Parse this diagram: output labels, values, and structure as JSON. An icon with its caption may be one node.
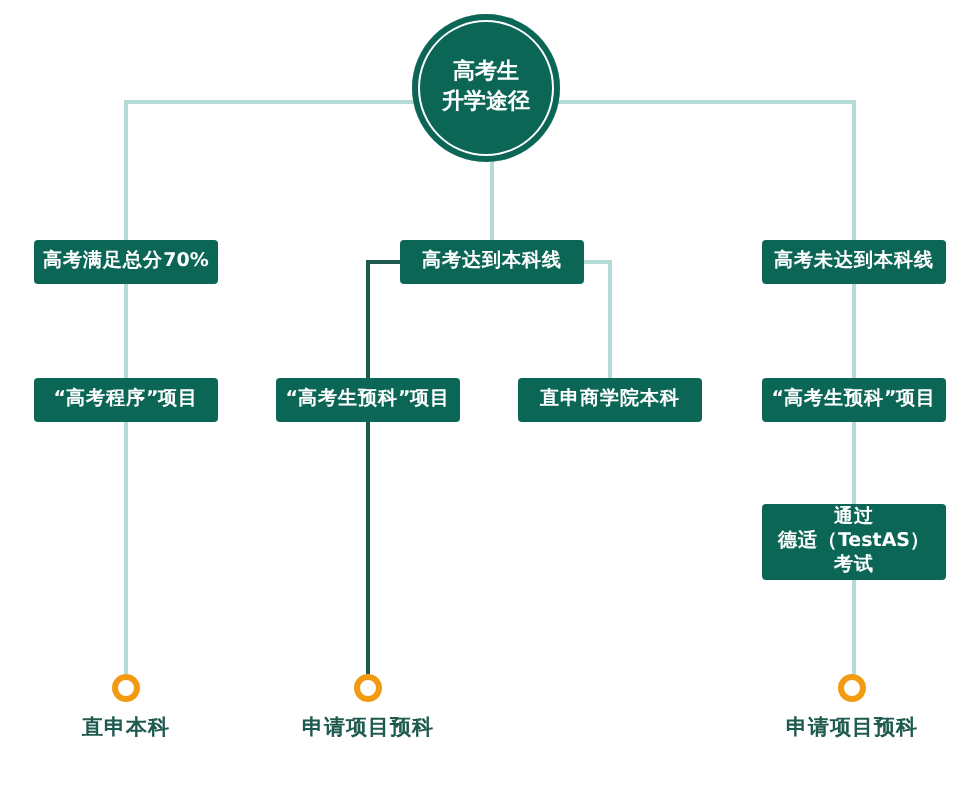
{
  "diagram": {
    "nodes": [
      {
        "text": [
          "高考生",
          "升学途径"
        ]
      },
      {
        "text": [
          "高考满足总分70%"
        ]
      },
      {
        "text": [
          "高考达到本科线"
        ]
      },
      {
        "text": [
          "高考未达到本科线"
        ]
      },
      {
        "text": [
          "“高考程序”项目"
        ]
      },
      {
        "text": [
          "“高考生预科”项目"
        ]
      },
      {
        "text": [
          "直申商学院本科"
        ]
      },
      {
        "text": [
          "“高考生预科”项目"
        ]
      },
      {
        "text": [
          "通过",
          "德适（TestAS）",
          "考试"
        ]
      },
      {
        "text": [],
        "shape": "circle",
        "beside": [
          "直申本科"
        ]
      },
      {
        "text": [],
        "shape": "circle",
        "beside": [
          "申请项目预科"
        ]
      },
      {
        "text": [],
        "shape": "circle",
        "beside": [
          "申请项目预科"
        ]
      }
    ],
    "edges": [
      {
        "from": 0,
        "to": 1,
        "arrow": "none"
      },
      {
        "from": 0,
        "to": 2,
        "arrow": "none"
      },
      {
        "from": 0,
        "to": 3,
        "arrow": "none"
      },
      {
        "from": 1,
        "to": 4,
        "arrow": "none"
      },
      {
        "from": 4,
        "to": 9,
        "arrow": "none"
      },
      {
        "from": 2,
        "to": 5,
        "arrow": "none",
        "color": "#1f5a4f"
      },
      {
        "from": 5,
        "to": 10,
        "arrow": "none",
        "color": "#1f5a4f"
      },
      {
        "from": 2,
        "to": 6,
        "arrow": "none"
      },
      {
        "from": 3,
        "to": 7,
        "arrow": "none"
      },
      {
        "from": 7,
        "to": 8,
        "arrow": "none"
      },
      {
        "from": 8,
        "to": 11,
        "arrow": "none"
      }
    ]
  }
}
